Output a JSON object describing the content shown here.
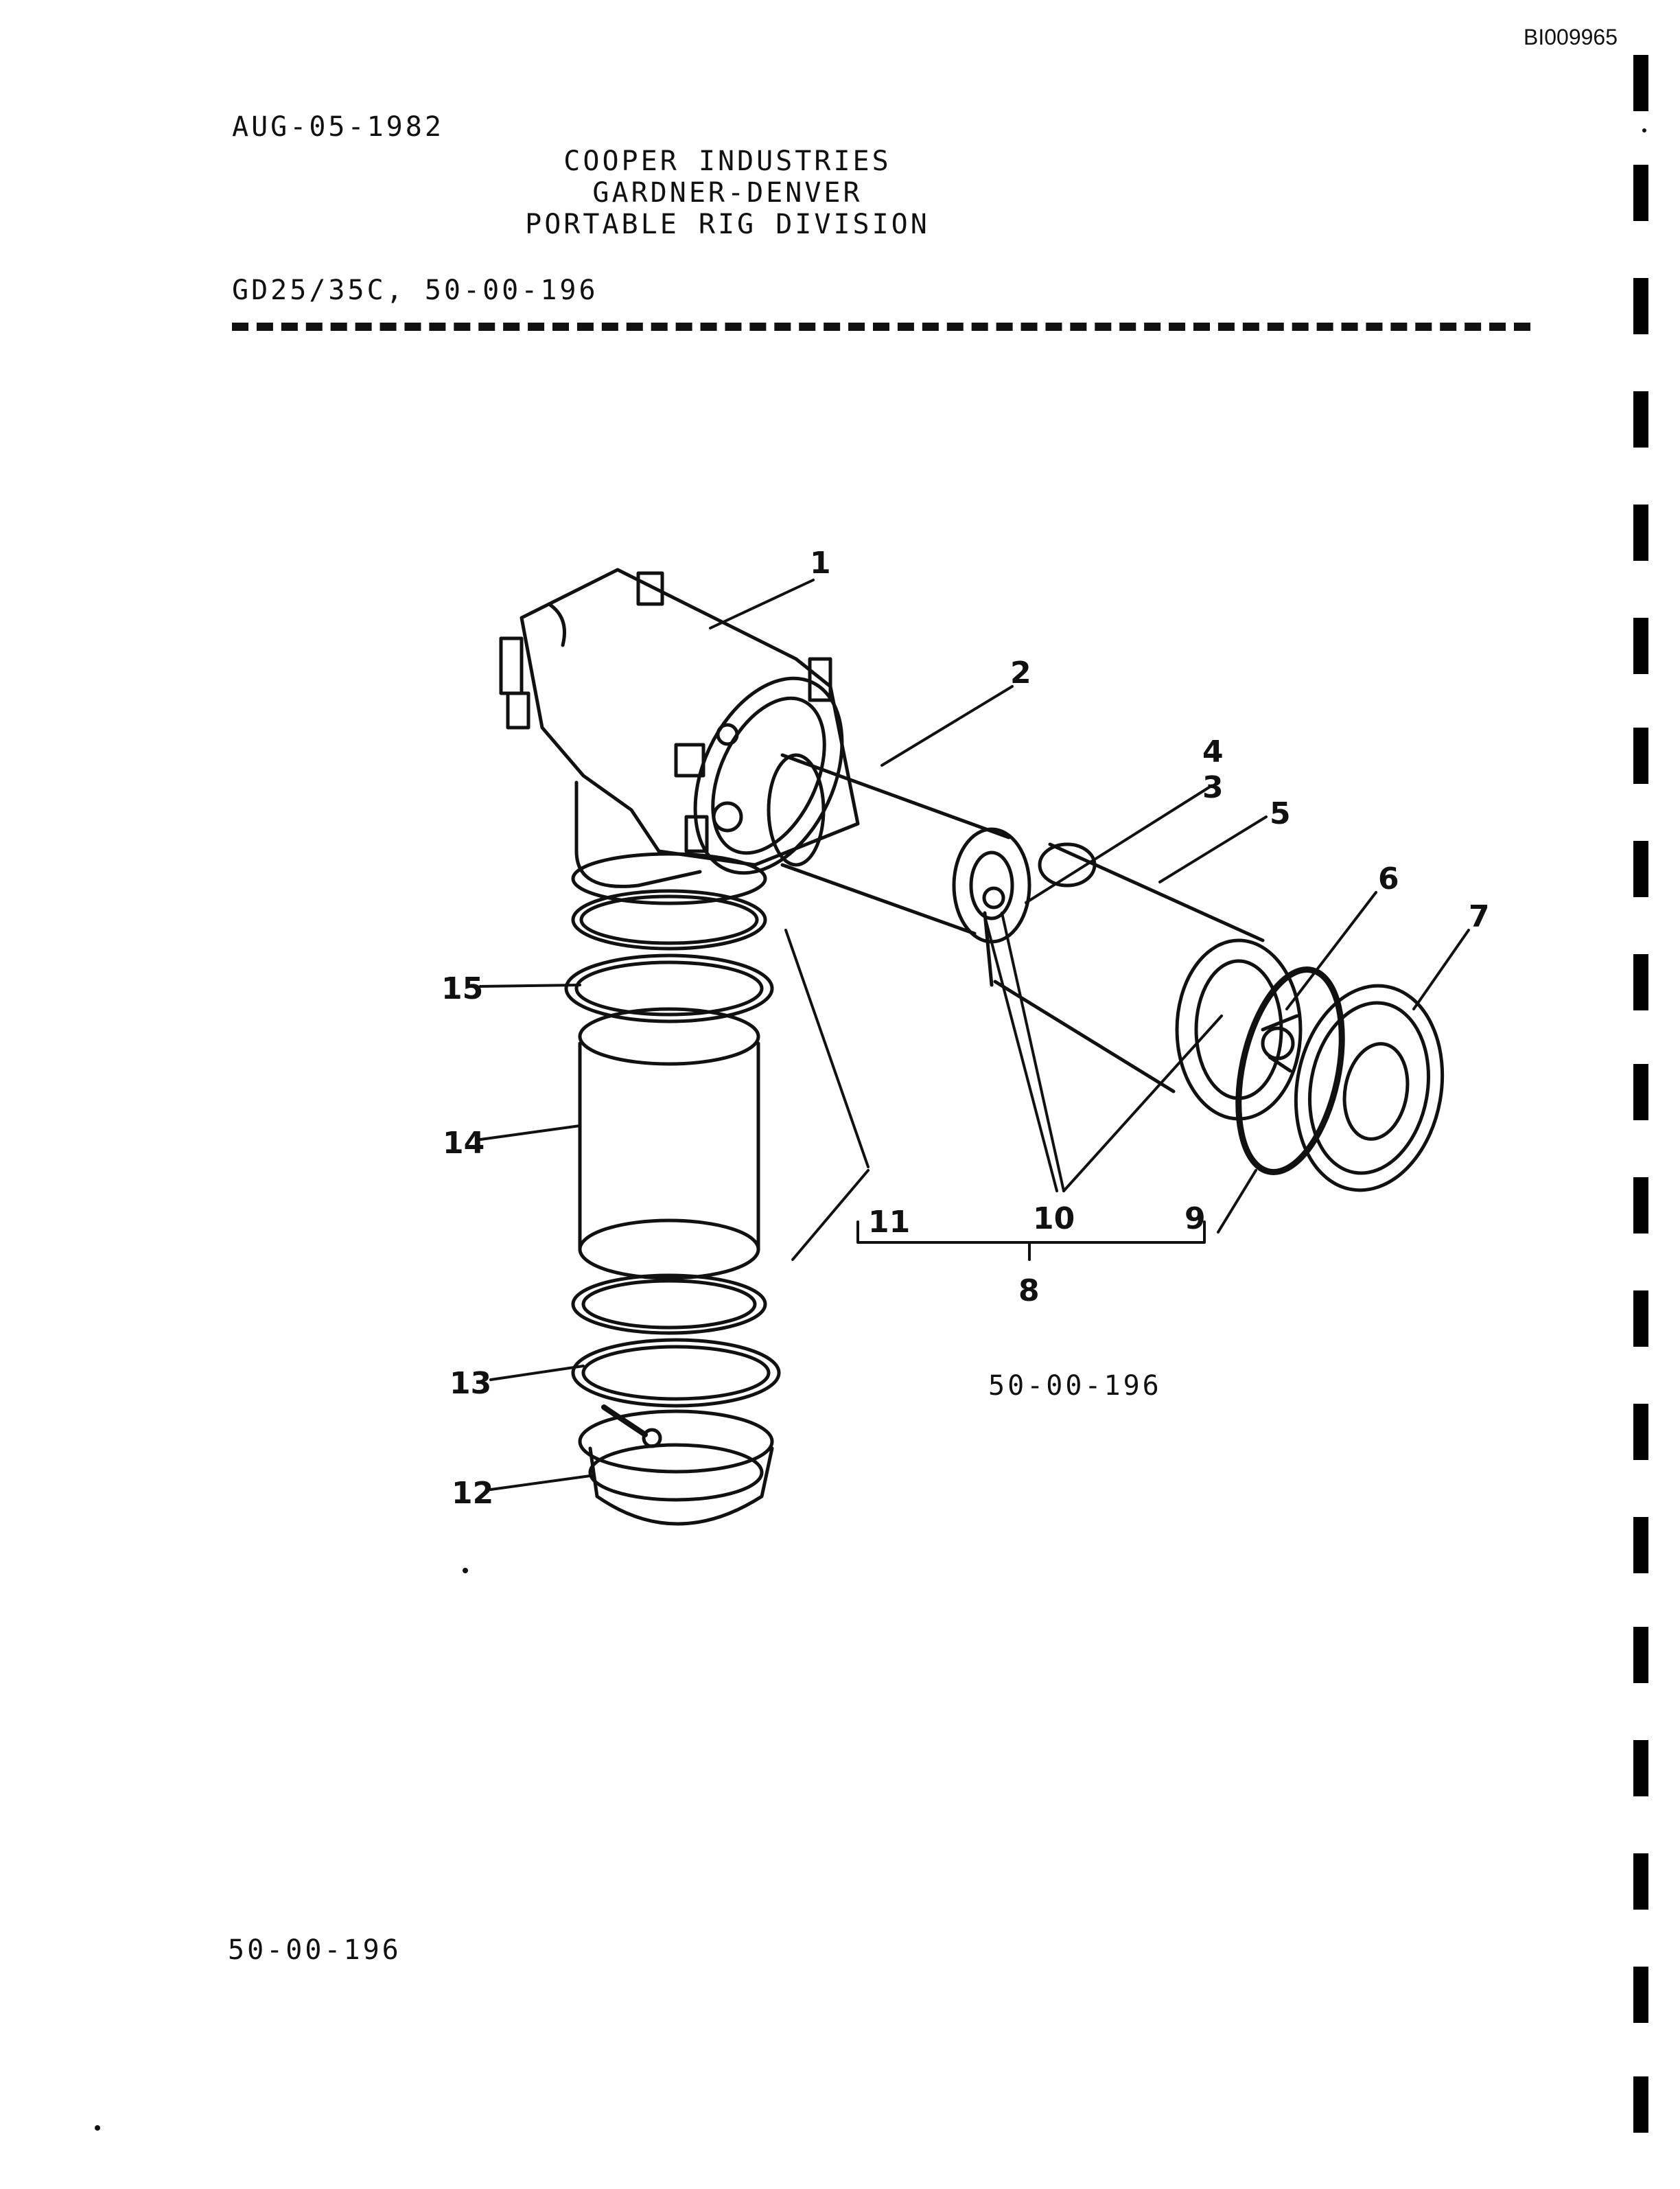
{
  "doc_id": "BI009965",
  "date": "AUG-05-1982",
  "header_lines": [
    "COOPER INDUSTRIES",
    "GARDNER-DENVER",
    "PORTABLE RIG DIVISION"
  ],
  "model_line": "GD25/35C, 50-00-196",
  "figure": {
    "callouts": [
      "1",
      "2",
      "3",
      "4",
      "5",
      "6",
      "7",
      "8",
      "9",
      "10",
      "11",
      "12",
      "13",
      "14",
      "15"
    ],
    "caption": "50-00-196"
  },
  "footer": "50-00-196"
}
